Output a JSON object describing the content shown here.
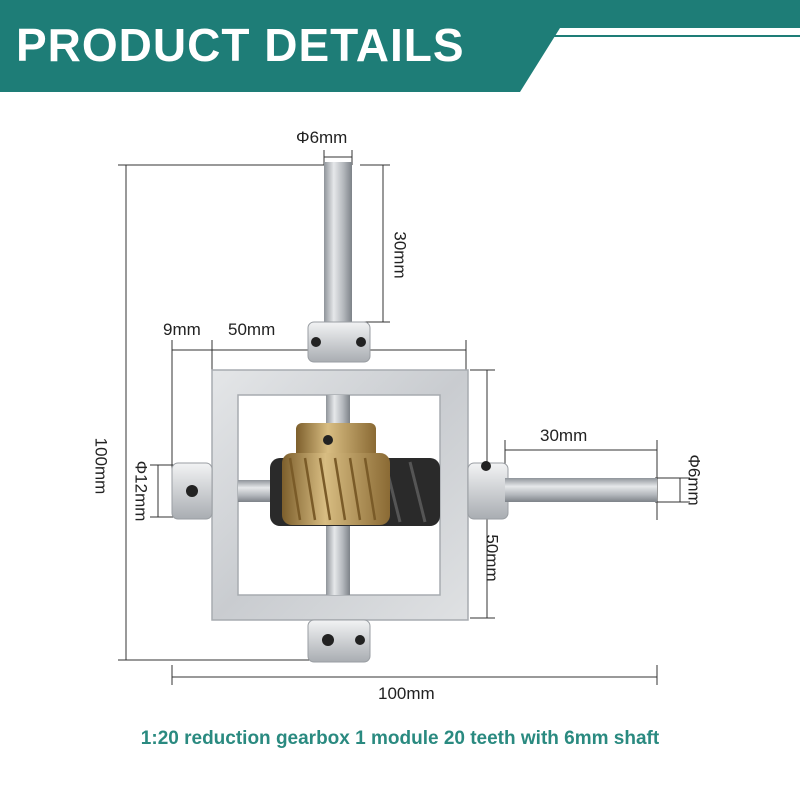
{
  "header": {
    "title": "PRODUCT DETAILS",
    "band_color": "#1e7d77"
  },
  "dimensions": {
    "top_shaft_diameter": "Φ6mm",
    "top_shaft_length": "30mm",
    "collar_width": "9mm",
    "box_width": "50mm",
    "right_shaft_length": "30mm",
    "right_shaft_diameter": "Φ6mm",
    "total_height": "100mm",
    "collar_diameter": "Φ12mm",
    "box_height": "50mm",
    "total_width": "100mm"
  },
  "caption": {
    "text": "1:20 reduction gearbox 1 module 20 teeth with 6mm shaft",
    "color": "#2a8a80"
  },
  "colors": {
    "frame": "#d4d6d8",
    "shaft": "#b8bcc0",
    "brass": "#b9965a",
    "worm": "#2a2a2a"
  }
}
